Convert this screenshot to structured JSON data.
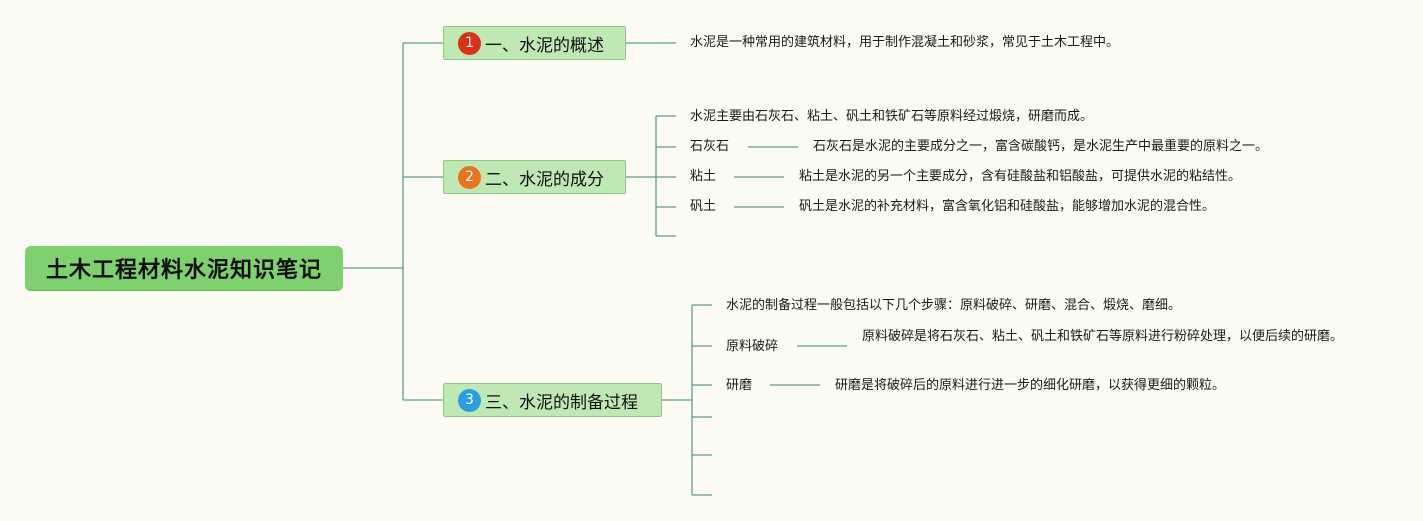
{
  "root": {
    "title": "土木工程材料水泥知识笔记"
  },
  "branches": [
    {
      "badge": "1",
      "badge_color": "#d9311a",
      "label": "一、水泥的概述",
      "children": [
        {
          "text": "水泥是一种常用的建筑材料，用于制作混凝土和砂浆，常见于土木工程中。"
        }
      ]
    },
    {
      "badge": "2",
      "badge_color": "#e9731f",
      "label": "二、水泥的成分",
      "children": [
        {
          "text": "水泥主要由石灰石、粘土、矾土和铁矿石等原料经过煅烧，研磨而成。"
        },
        {
          "label": "石灰石",
          "desc": "石灰石是水泥的主要成分之一，富含碳酸钙，是水泥生产中最重要的原料之一。"
        },
        {
          "label": "粘土",
          "desc": "粘土是水泥的另一个主要成分，含有硅酸盐和铝酸盐，可提供水泥的粘结性。"
        },
        {
          "label": "矾土",
          "desc": "矾土是水泥的补充材料，富含氧化铝和硅酸盐，能够增加水泥的混合性。"
        }
      ]
    },
    {
      "badge": "3",
      "badge_color": "#2a9ee0",
      "label": "三、水泥的制备过程",
      "children": [
        {
          "text": "水泥的制备过程一般包括以下几个步骤：原料破碎、研磨、混合、煅烧、磨细。"
        },
        {
          "label": "原料破碎",
          "desc": "原料破碎是将石灰石、粘土、矾土和铁矿石等原料进行粉碎处理，以便后续的研磨。"
        },
        {
          "label": "研磨",
          "desc": "研磨是将破碎后的原料进行进一步的细化研磨，以获得更细的颗粒。"
        }
      ]
    }
  ],
  "colors": {
    "line": "#5f9b92",
    "branch_fill": "#bfe8b4",
    "root_fill": "#7fd06f"
  }
}
